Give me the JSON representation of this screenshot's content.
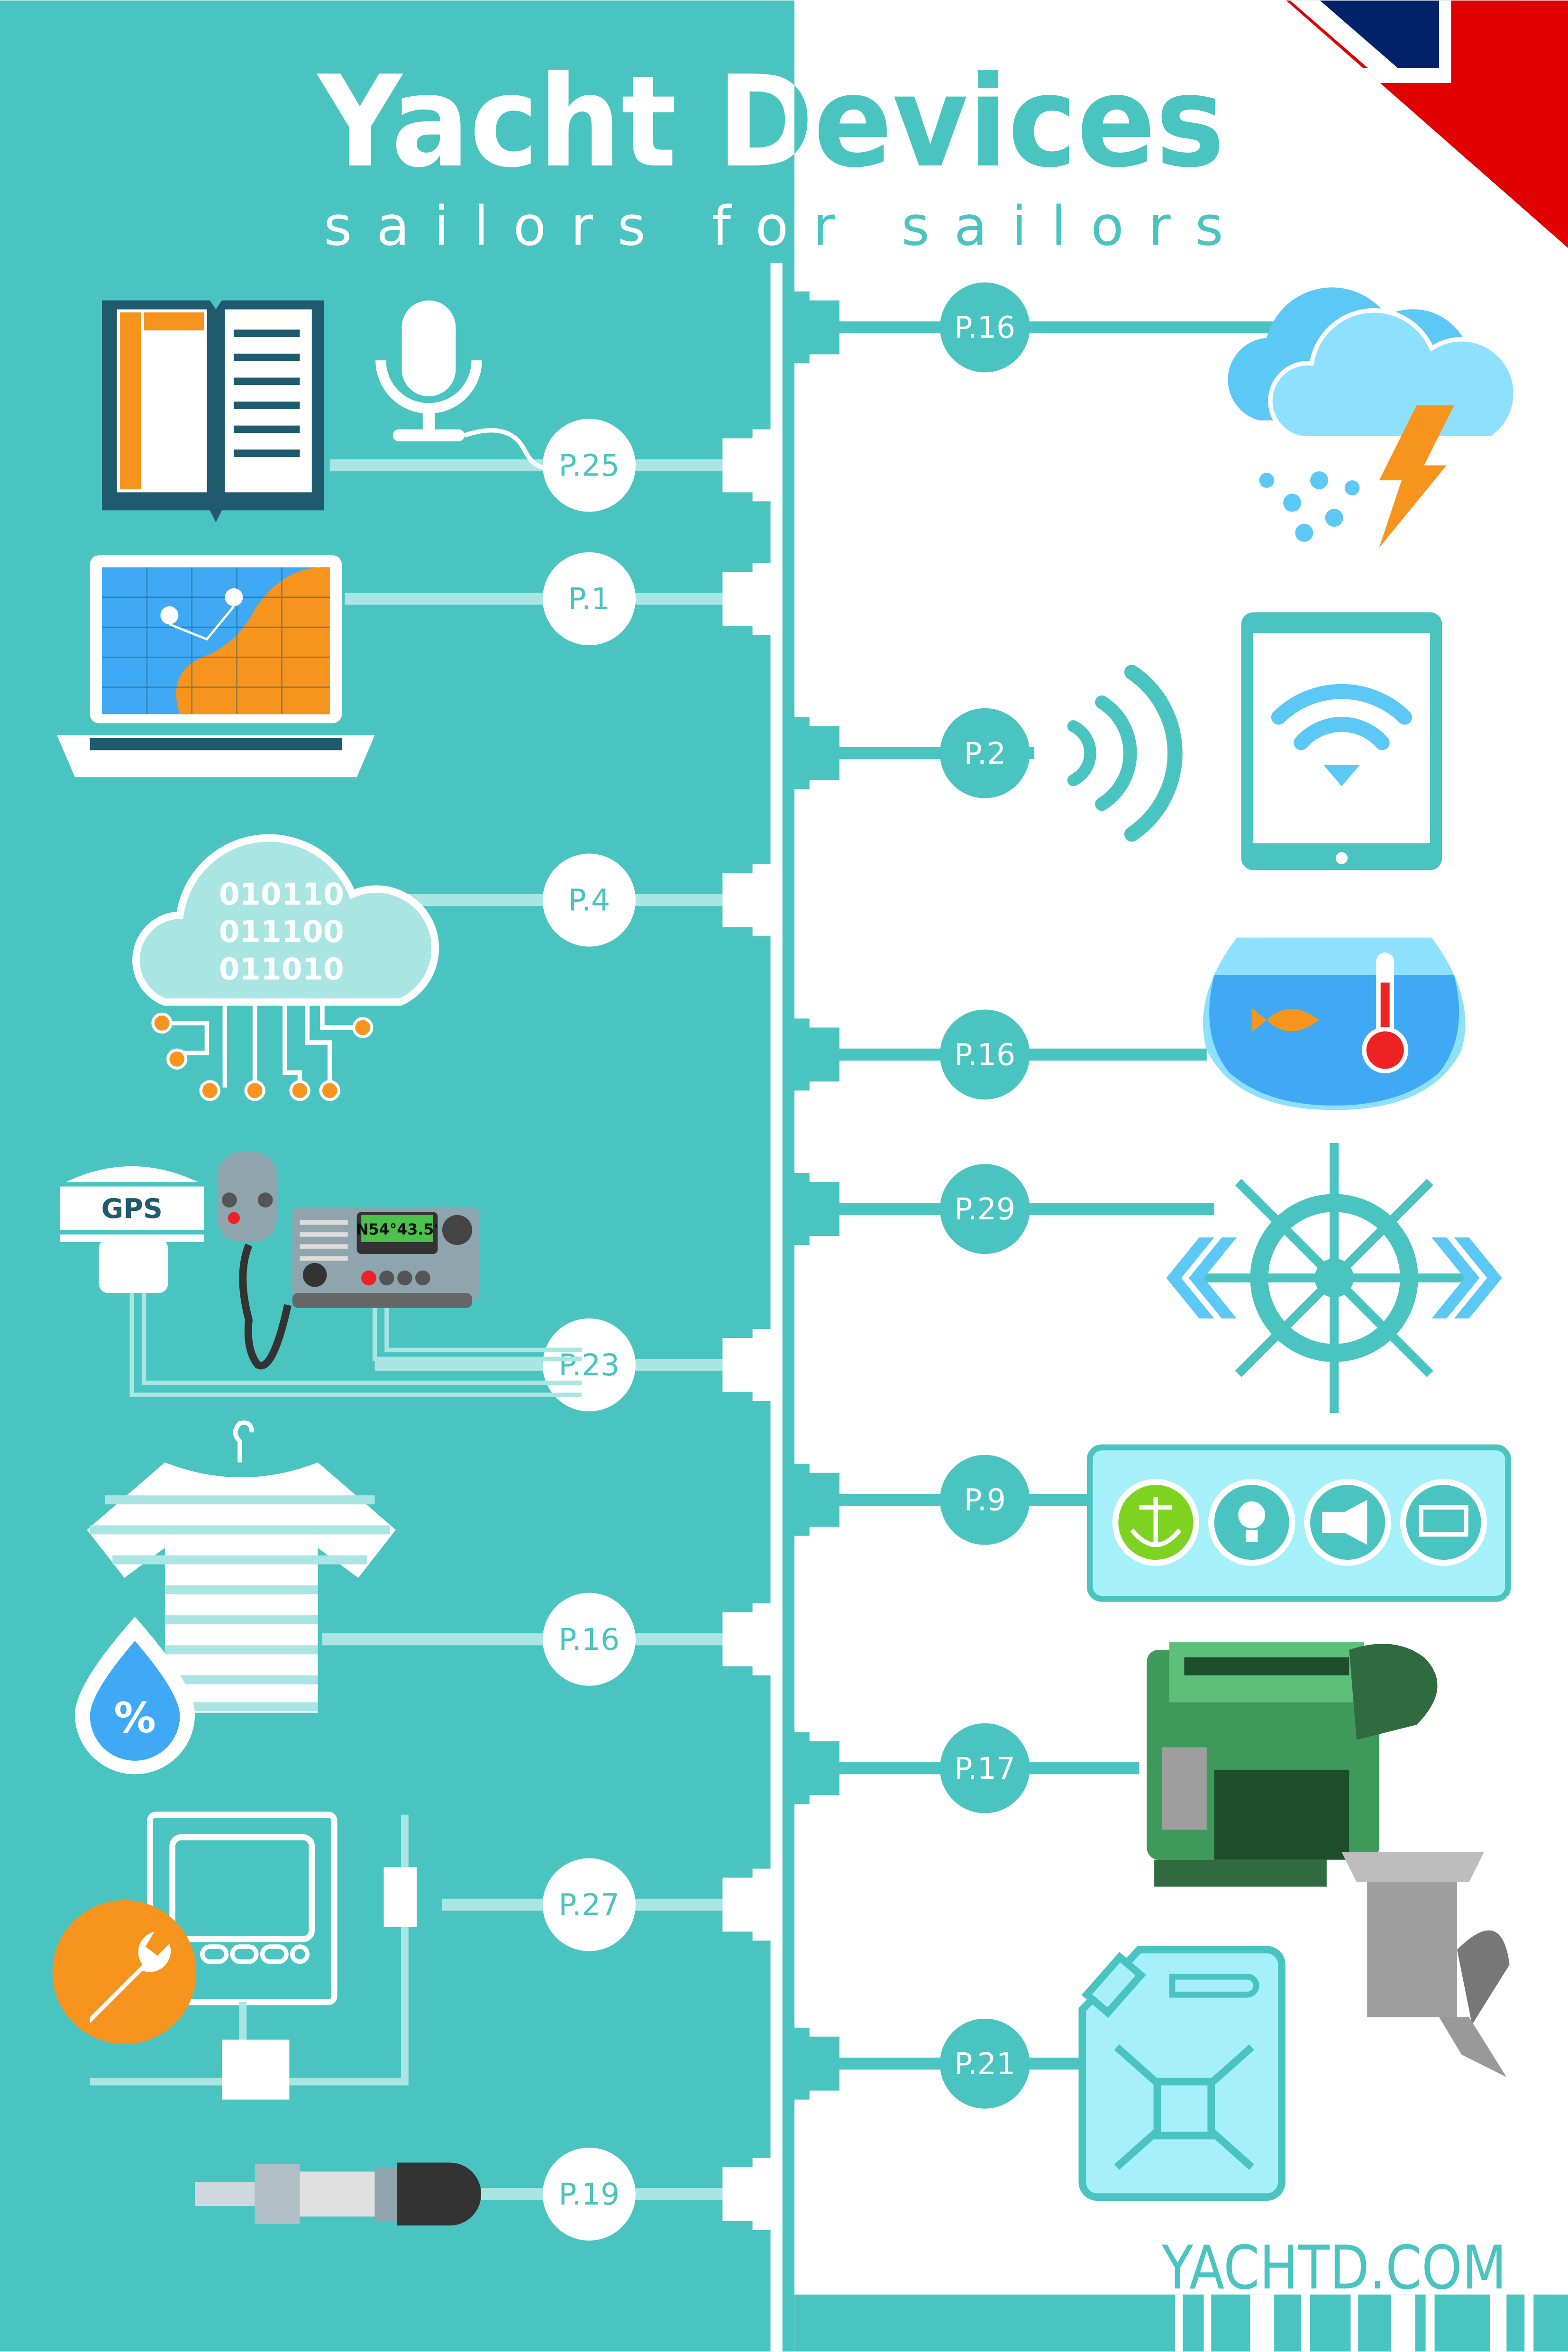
{
  "header": {
    "title": "Yacht Devices",
    "tagline": "sailors for sailors"
  },
  "left_items": [
    {
      "name": "logbook-voice",
      "page": "P.25"
    },
    {
      "name": "chart-plotter-laptop",
      "page": "P.1"
    },
    {
      "name": "cloud-data",
      "page": "P.4"
    },
    {
      "name": "gps-vhf-radio",
      "page": "P.23"
    },
    {
      "name": "humidity",
      "page": "P.16"
    },
    {
      "name": "display-service",
      "page": "P.27"
    },
    {
      "name": "engine-sensor",
      "page": "P.19"
    }
  ],
  "right_items": [
    {
      "name": "weather",
      "page": "P.16"
    },
    {
      "name": "wifi-tablet",
      "page": "P.2"
    },
    {
      "name": "water-temperature",
      "page": "P.16"
    },
    {
      "name": "autopilot-helm",
      "page": "P.29"
    },
    {
      "name": "switch-panel",
      "page": "P.9"
    },
    {
      "name": "engine",
      "page": "P.17"
    },
    {
      "name": "fuel-tank",
      "page": "P.21"
    }
  ],
  "cloud_binary": [
    "010110",
    "011100",
    "011010"
  ],
  "gps_label": "GPS",
  "radio_display": "N54°43.5'",
  "humidity_symbol": "%",
  "footer": {
    "website": "YACHTD.COM"
  },
  "colors": {
    "teal": "#4ac4c0",
    "light_teal": "#a9e5e2",
    "orange": "#f7941d",
    "blue": "#3fa9f5",
    "navy": "#012169",
    "red": "#e00000"
  }
}
